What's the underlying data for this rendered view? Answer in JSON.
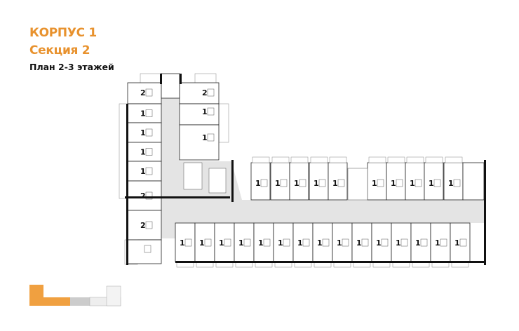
{
  "header": {
    "building": "КОРПУС 1",
    "section": "Секция 2",
    "plan": "План 2-3 этажей"
  },
  "plan": {
    "tower_top_units": [
      "2",
      "2"
    ],
    "tower_left_units": [
      "1",
      "1",
      "1",
      "1",
      "2",
      "2"
    ],
    "tower_right_units": [
      "1",
      "1"
    ],
    "wing_top_units": [
      "1",
      "1",
      "1",
      "1",
      "1",
      "1",
      "1",
      "1",
      "1",
      "1"
    ],
    "wing_bottom_units": [
      "1",
      "1",
      "1",
      "1",
      "1",
      "1",
      "1",
      "1",
      "1",
      "1",
      "1",
      "1",
      "1",
      "1",
      "1"
    ]
  },
  "colors": {
    "accent": "#e8922e",
    "corridor": "#e4e4e4",
    "highlight_section": "#f0a040"
  }
}
